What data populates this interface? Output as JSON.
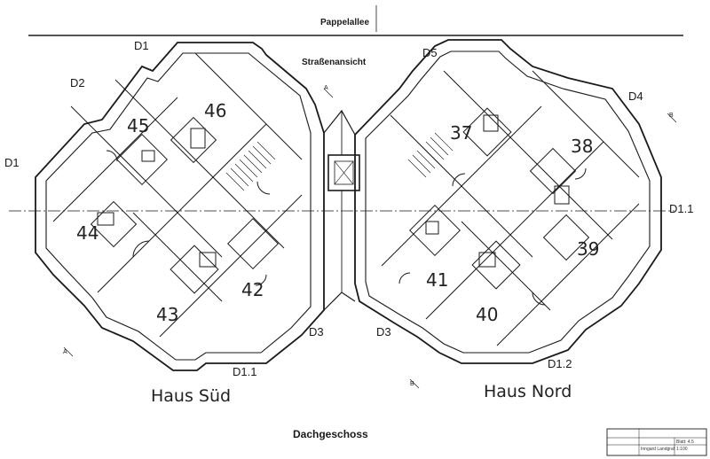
{
  "labels": {
    "street_top": "Pappelallee",
    "street_view": "Straßenansicht",
    "floor": "Dachgeschoss",
    "house_south": "Haus Süd",
    "house_north": "Haus Nord"
  },
  "section_marks": {
    "a": "A",
    "b": "B"
  },
  "zones": {
    "d1_top": "D1",
    "d2": "D2",
    "d1_left": "D1",
    "d5": "D5",
    "d4": "D4",
    "d1_1_right": "D1.1",
    "d3_left": "D3",
    "d3_right": "D3",
    "d1_1_bottom": "D1.1",
    "d1_2": "D1.2"
  },
  "apartments": {
    "a45": "45",
    "a46": "46",
    "a44": "44",
    "a43": "43",
    "a42": "42",
    "a37": "37",
    "a38": "38",
    "a39": "39",
    "a41": "41",
    "a40": "40"
  },
  "title_block": {
    "client": "Inngard Landgraf",
    "sheet": "Blatt: 4.5",
    "scale": "1:100"
  },
  "colors": {
    "line": "#1a1a1a",
    "background": "#ffffff"
  }
}
